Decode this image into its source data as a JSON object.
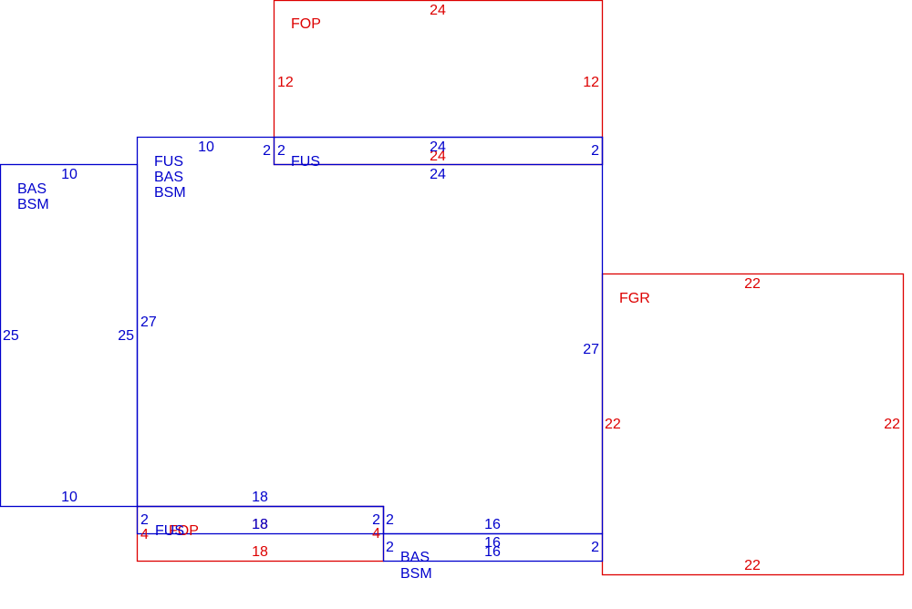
{
  "colors": {
    "living_area": "#0000cc",
    "other_area": "#dd0000",
    "background": "#ffffff"
  },
  "areas": {
    "basement_left": {
      "codes": [
        "BAS",
        "BSM"
      ],
      "dims": {
        "top": "10",
        "left": "25",
        "right": "25",
        "bottom": "10"
      }
    },
    "main": {
      "codes": [
        "FUS",
        "BAS",
        "BSM"
      ],
      "dims": {
        "top_left": "10",
        "left": "27",
        "right": "27",
        "notch": "2"
      }
    },
    "upper_strip": {
      "codes": [
        "FUS"
      ],
      "dims": {
        "top": "24",
        "bottom": "24",
        "left": "2",
        "right": "2"
      }
    },
    "open_porch": {
      "codes": [
        "FOP"
      ],
      "dims": {
        "top": "24",
        "bottom": "24",
        "left": "12",
        "right": "12"
      }
    },
    "garage": {
      "codes": [
        "FGR"
      ],
      "dims": {
        "top": "22",
        "bottom": "22",
        "left": "22",
        "right": "22"
      }
    },
    "bottom_strip_left": {
      "codes": [
        "FUS"
      ],
      "dims": {
        "top": "18",
        "bottom": "18",
        "left": "2",
        "right": "2"
      }
    },
    "enclosed_porch": {
      "codes": [
        "FOP"
      ],
      "dims": {
        "top": "18",
        "bottom": "18",
        "left": "4",
        "right": "4"
      }
    },
    "bottom_strip_right": {
      "codes": [
        "BAS",
        "BSM"
      ],
      "dims": {
        "top": "16",
        "middle": "16",
        "bottom": "16",
        "left_top": "2",
        "left_bottom": "2",
        "right": "2"
      }
    }
  }
}
